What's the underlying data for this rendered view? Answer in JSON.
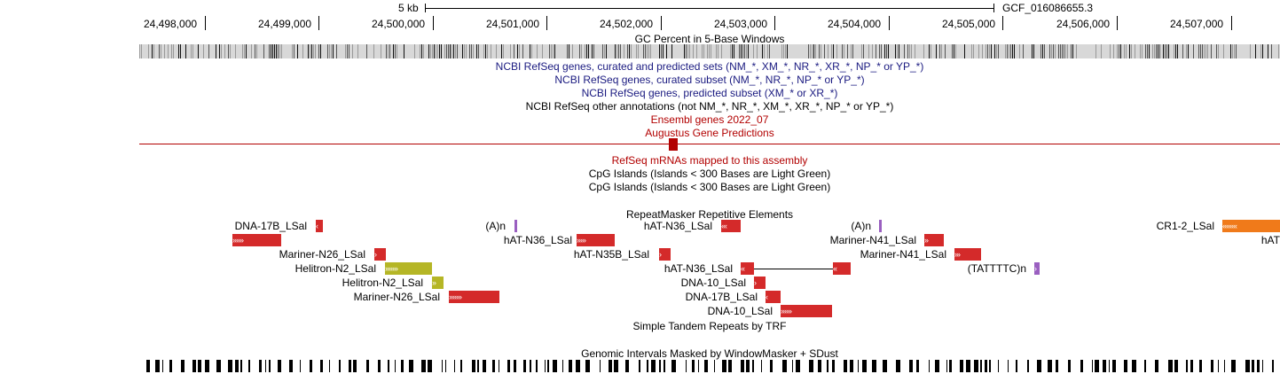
{
  "scale": {
    "label": "5 kb",
    "assembly": "GCF_016086655.3"
  },
  "coordinates": [
    "24,498,000",
    "24,499,000",
    "24,500,000",
    "24,501,000",
    "24,502,000",
    "24,503,000",
    "24,504,000",
    "24,505,000",
    "24,506,000",
    "24,507,000"
  ],
  "tracks": {
    "gc_percent": "GC Percent in 5-Base Windows",
    "refseq_all": "NCBI RefSeq genes, curated and predicted sets (NM_*, XM_*, NR_*, XR_*, NP_* or YP_*)",
    "refseq_curated": "NCBI RefSeq genes, curated subset (NM_*, NR_*, NP_* or YP_*)",
    "refseq_predicted": "NCBI RefSeq genes, predicted subset (XM_* or XR_*)",
    "refseq_other": "NCBI RefSeq other annotations (not NM_*, NR_*, XM_*, XR_*, NP_* or YP_*)",
    "ensembl": "Ensembl genes 2022_07",
    "augustus": "Augustus Gene Predictions",
    "refseq_mrnas": "RefSeq mRNAs mapped to this assembly",
    "cpg1": "CpG Islands (Islands < 300 Bases are Light Green)",
    "cpg2": "CpG Islands (Islands < 300 Bases are Light Green)",
    "repeatmasker": "RepeatMasker Repetitive Elements",
    "trf": "Simple Tandem Repeats by TRF",
    "windowmasker": "Genomic Intervals Masked by WindowMasker + SDust"
  },
  "colors": {
    "navy": "#1a1a80",
    "dark_red": "#b20000",
    "repeat_red": "#d42a2a",
    "repeat_olive": "#b5b626",
    "repeat_purple": "#9a5fc0",
    "repeat_orange": "#f07a1a"
  },
  "repeats": [
    {
      "label": "DNA-17B_LSal",
      "glyphs": "‹"
    },
    {
      "label": "",
      "glyphs": "››››››"
    },
    {
      "label": "Mariner-N26_LSal",
      "glyphs": "›"
    },
    {
      "label": "Helitron-N2_LSal",
      "glyphs": "›››››››"
    },
    {
      "label": "Helitron-N2_LSal",
      "glyphs": "››"
    },
    {
      "label": "Mariner-N26_LSal",
      "glyphs": "›››››››"
    },
    {
      "label": "(A)n",
      "glyphs": ""
    },
    {
      "label": "hAT-N36_LSal",
      "glyphs": "›››››"
    },
    {
      "label": "hAT-N35B_LSal",
      "glyphs": "›"
    },
    {
      "label": "hAT-N36_LSal",
      "glyphs": "‹‹‹"
    },
    {
      "label": "hAT-N36_LSal",
      "glyphs": "‹‹"
    },
    {
      "label": "",
      "glyphs": "‹‹"
    },
    {
      "label": "DNA-10_LSal",
      "glyphs": "›"
    },
    {
      "label": "DNA-17B_LSal",
      "glyphs": "‹"
    },
    {
      "label": "DNA-10_LSal",
      "glyphs": "››››››"
    },
    {
      "label": "(A)n",
      "glyphs": ""
    },
    {
      "label": "Mariner-N41_LSal",
      "glyphs": "››"
    },
    {
      "label": "Mariner-N41_LSal",
      "glyphs": "›››"
    },
    {
      "label": "(TATTTTC)n",
      "glyphs": "›"
    },
    {
      "label": "CR1-2_LSal",
      "glyphs": "‹‹‹‹‹‹‹‹"
    },
    {
      "label": "hAT",
      "glyphs": ""
    }
  ]
}
